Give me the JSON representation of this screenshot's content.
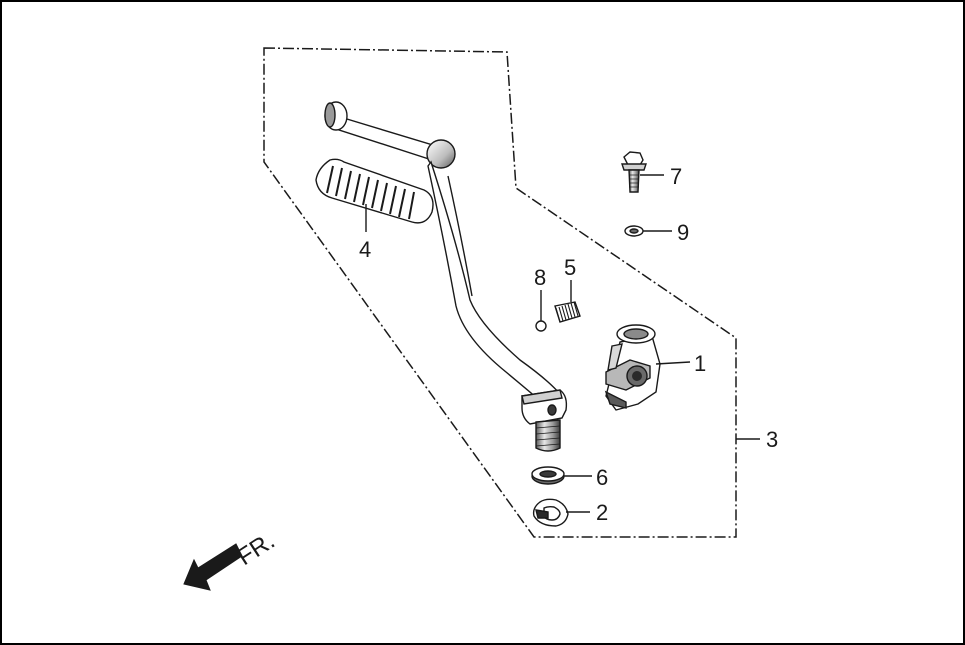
{
  "callouts": {
    "c1": "1",
    "c2": "2",
    "c3": "3",
    "c4": "4",
    "c5": "5",
    "c6": "6",
    "c7": "7",
    "c8": "8",
    "c9": "9"
  },
  "direction_label": "FR.",
  "colors": {
    "line": "#1a1a1a",
    "part_fill": "#ffffff",
    "shade": "#8a8a8a",
    "dark": "#4a4a4a"
  }
}
